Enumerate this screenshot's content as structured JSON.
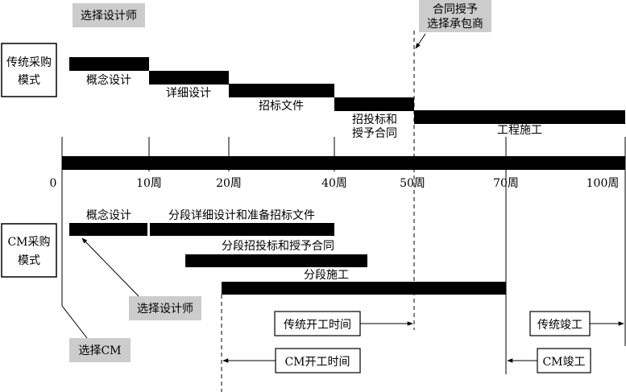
{
  "rows": {
    "traditional": "传统采购",
    "traditional_2": "模式",
    "cm": "CM采购",
    "cm_2": "模式"
  },
  "traditional_phases": {
    "concept": "概念设计",
    "detail": "详细设计",
    "bid_docs": "招标文件",
    "bidding_1": "招投标和",
    "bidding_2": "授予合同",
    "construction": "工程施工"
  },
  "cm_phases": {
    "concept": "概念设计",
    "staged_design": "分段详细设计和准备招标文件",
    "staged_bidding": "分段招投标和授予合同",
    "staged_construction": "分段施工"
  },
  "callouts": {
    "select_designer_top": "选择设计师",
    "select_contractor_1": "合同授予",
    "select_contractor_2": "选择承包商",
    "select_designer_cm": "选择设计师",
    "select_cm": "选择CM"
  },
  "timeline": {
    "ticks": [
      "0",
      "10周",
      "20周",
      "40周",
      "50周",
      "70周",
      "100周"
    ]
  },
  "milestones": {
    "traditional_start": "传统开工时间",
    "cm_start": "CM开工时间",
    "traditional_finish": "传统竣工",
    "cm_finish": "CM竣工"
  }
}
